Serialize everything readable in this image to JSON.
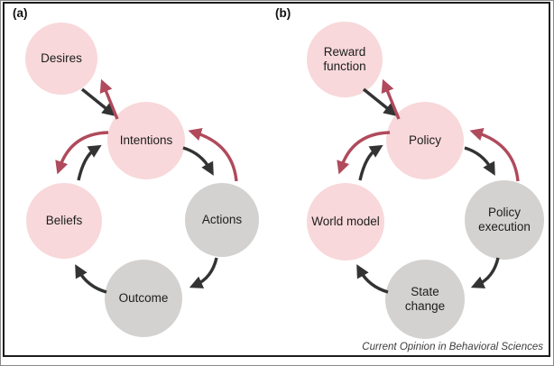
{
  "figure": {
    "caption": "Current Opinion in Behavioral Sciences",
    "colors": {
      "node_pink": "#f8d8da",
      "node_gray": "#d3d2d0",
      "arrow_black": "#333333",
      "arrow_red": "#b04a5c"
    },
    "panels": [
      {
        "tag": "(a)",
        "nodes": [
          {
            "id": "desires",
            "label": "Desires",
            "type": "pink"
          },
          {
            "id": "intentions",
            "label": "Intentions",
            "type": "pink"
          },
          {
            "id": "beliefs",
            "label": "Beliefs",
            "type": "pink"
          },
          {
            "id": "actions",
            "label": "Actions",
            "type": "gray"
          },
          {
            "id": "outcome",
            "label": "Outcome",
            "type": "gray"
          }
        ],
        "edges": [
          {
            "from": "desires",
            "to": "intentions",
            "color": "black"
          },
          {
            "from": "intentions",
            "to": "desires",
            "color": "red"
          },
          {
            "from": "intentions",
            "to": "beliefs",
            "color": "red"
          },
          {
            "from": "beliefs",
            "to": "intentions",
            "color": "black"
          },
          {
            "from": "intentions",
            "to": "actions",
            "color": "black"
          },
          {
            "from": "actions",
            "to": "intentions",
            "color": "red"
          },
          {
            "from": "actions",
            "to": "outcome",
            "color": "black"
          },
          {
            "from": "outcome",
            "to": "beliefs",
            "color": "black"
          }
        ]
      },
      {
        "tag": "(b)",
        "nodes": [
          {
            "id": "reward_function",
            "label": "Reward function",
            "type": "pink"
          },
          {
            "id": "policy",
            "label": "Policy",
            "type": "pink"
          },
          {
            "id": "world_model",
            "label": "World model",
            "type": "pink"
          },
          {
            "id": "policy_execution",
            "label": "Policy execution",
            "type": "gray"
          },
          {
            "id": "state_change",
            "label": "State change",
            "type": "gray"
          }
        ],
        "edges": [
          {
            "from": "reward_function",
            "to": "policy",
            "color": "black"
          },
          {
            "from": "policy",
            "to": "reward_function",
            "color": "red"
          },
          {
            "from": "policy",
            "to": "world_model",
            "color": "red"
          },
          {
            "from": "world_model",
            "to": "policy",
            "color": "black"
          },
          {
            "from": "policy",
            "to": "policy_execution",
            "color": "black"
          },
          {
            "from": "policy_execution",
            "to": "policy",
            "color": "red"
          },
          {
            "from": "policy_execution",
            "to": "state_change",
            "color": "black"
          },
          {
            "from": "state_change",
            "to": "world_model",
            "color": "black"
          }
        ]
      }
    ]
  }
}
